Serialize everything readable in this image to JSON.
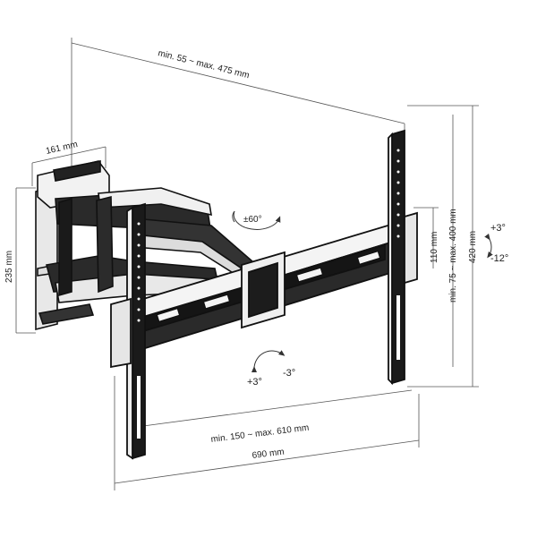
{
  "dimensions": {
    "arm_extension": "min. 55 ~ max. 475 mm",
    "wall_plate_width": "161 mm",
    "wall_plate_height": "235 mm",
    "rotation": "±60°",
    "vesa_horizontal": "min. 150 ~ max. 610 mm",
    "overall_width": "690 mm",
    "vertical_spacing": "110 mm",
    "vesa_vertical": "min. 75 ~ max. 400 mm",
    "overall_height": "420 mm"
  },
  "tilt": {
    "up": "+3°",
    "down": "-12°"
  },
  "level_adjust": {
    "plus": "+3°",
    "minus": "-3°"
  }
}
